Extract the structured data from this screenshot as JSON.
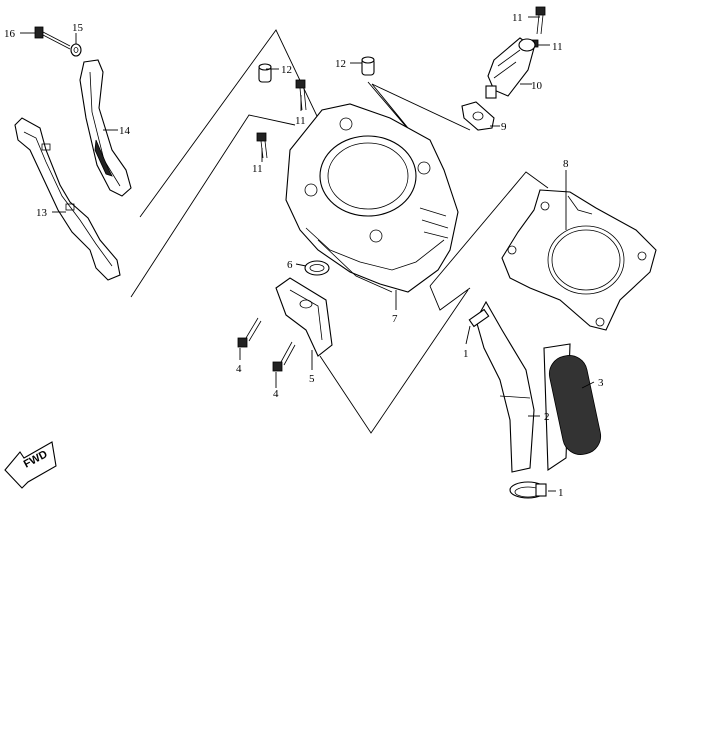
{
  "diagram": {
    "callouts": [
      {
        "id": "c16",
        "label": "16"
      },
      {
        "id": "c15",
        "label": "15"
      },
      {
        "id": "c14",
        "label": "14"
      },
      {
        "id": "c13",
        "label": "13"
      },
      {
        "id": "c12a",
        "label": "12"
      },
      {
        "id": "c12b",
        "label": "12"
      },
      {
        "id": "c11a",
        "label": "11"
      },
      {
        "id": "c11b",
        "label": "11"
      },
      {
        "id": "c11c",
        "label": "11"
      },
      {
        "id": "c11d",
        "label": "11"
      },
      {
        "id": "c10",
        "label": "10"
      },
      {
        "id": "c9",
        "label": "9"
      },
      {
        "id": "c8",
        "label": "8"
      },
      {
        "id": "c7",
        "label": "7"
      },
      {
        "id": "c6",
        "label": "6"
      },
      {
        "id": "c5",
        "label": "5"
      },
      {
        "id": "c4a",
        "label": "4"
      },
      {
        "id": "c4b",
        "label": "4"
      },
      {
        "id": "c3",
        "label": "3"
      },
      {
        "id": "c2",
        "label": "2"
      },
      {
        "id": "c1a",
        "label": "1"
      },
      {
        "id": "c1b",
        "label": "1"
      }
    ],
    "fwd_arrow_text": "FWD"
  }
}
